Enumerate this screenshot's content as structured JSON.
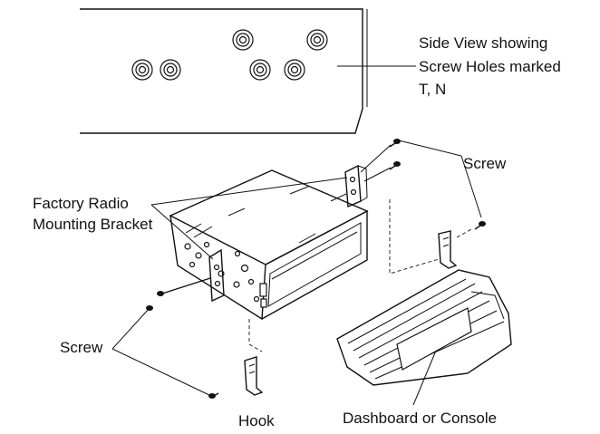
{
  "labels": {
    "side_view_line1": "Side View showing",
    "side_view_line2": "Screw Holes marked",
    "side_view_line3": "T, N",
    "screw_top": "Screw",
    "factory_line1": "Factory Radio",
    "factory_line2": "Mounting Bracket",
    "screw_left": "Screw",
    "hook": "Hook",
    "dashboard": "Dashboard or Console"
  },
  "icons": [
    "screw-hole-icon",
    "screw-icon",
    "hook-icon",
    "bracket-icon"
  ],
  "colors": {
    "ink": "#111111",
    "background": "#ffffff"
  }
}
